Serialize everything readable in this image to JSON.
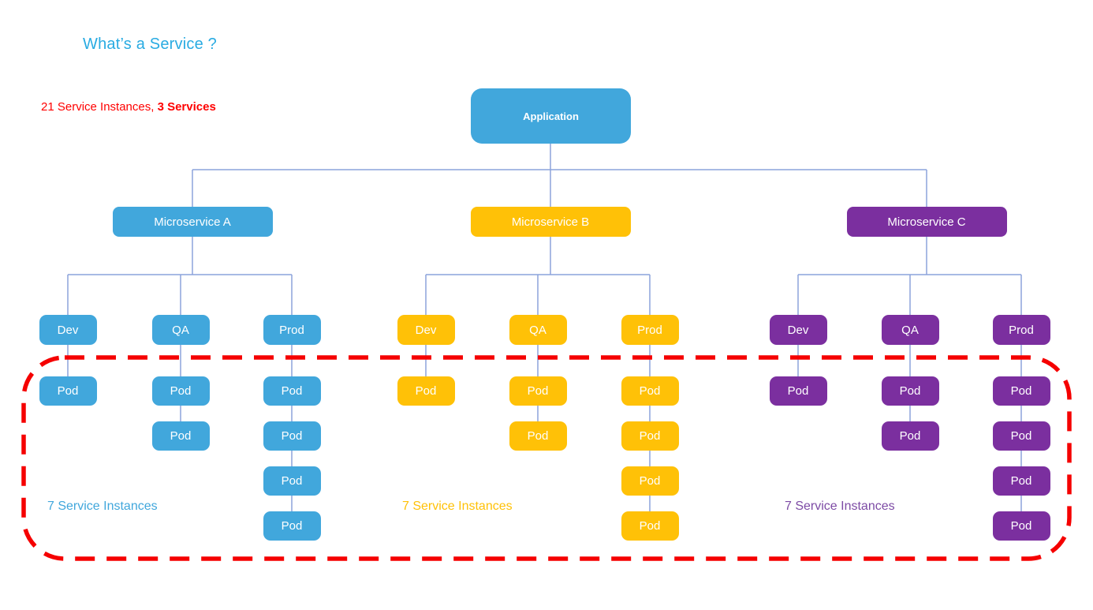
{
  "page": {
    "title": "What’s a Service ?"
  },
  "summary": {
    "count_text": "21 Service Instances, ",
    "bold_text": "3 Services"
  },
  "application": {
    "label": "Application"
  },
  "groups": [
    {
      "label": "Microservice A",
      "color": "#41A7DC",
      "label_color": "#41A7DC",
      "instances_label": "7 Service Instances",
      "environments": [
        {
          "label": "Dev",
          "pods": [
            "Pod"
          ]
        },
        {
          "label": "QA",
          "pods": [
            "Pod",
            "Pod"
          ]
        },
        {
          "label": "Prod",
          "pods": [
            "Pod",
            "Pod",
            "Pod",
            "Pod"
          ]
        }
      ]
    },
    {
      "label": "Microservice B",
      "color": "#FFC107",
      "label_color": "#FFC107",
      "instances_label": "7 Service Instances",
      "environments": [
        {
          "label": "Dev",
          "pods": [
            "Pod"
          ]
        },
        {
          "label": "QA",
          "pods": [
            "Pod",
            "Pod"
          ]
        },
        {
          "label": "Prod",
          "pods": [
            "Pod",
            "Pod",
            "Pod",
            "Pod"
          ]
        }
      ]
    },
    {
      "label": "Microservice C",
      "color": "#7B2F9F",
      "label_color": "#7D4BA5",
      "instances_label": "7 Service Instances",
      "environments": [
        {
          "label": "Dev",
          "pods": [
            "Pod"
          ]
        },
        {
          "label": "QA",
          "pods": [
            "Pod",
            "Pod"
          ]
        },
        {
          "label": "Prod",
          "pods": [
            "Pod",
            "Pod",
            "Pod",
            "Pod"
          ]
        }
      ]
    }
  ],
  "colors": {
    "title": "#29ABE2",
    "summary": "#FF0000",
    "connector": "#8CA3DB",
    "boundary": "#F50000"
  }
}
